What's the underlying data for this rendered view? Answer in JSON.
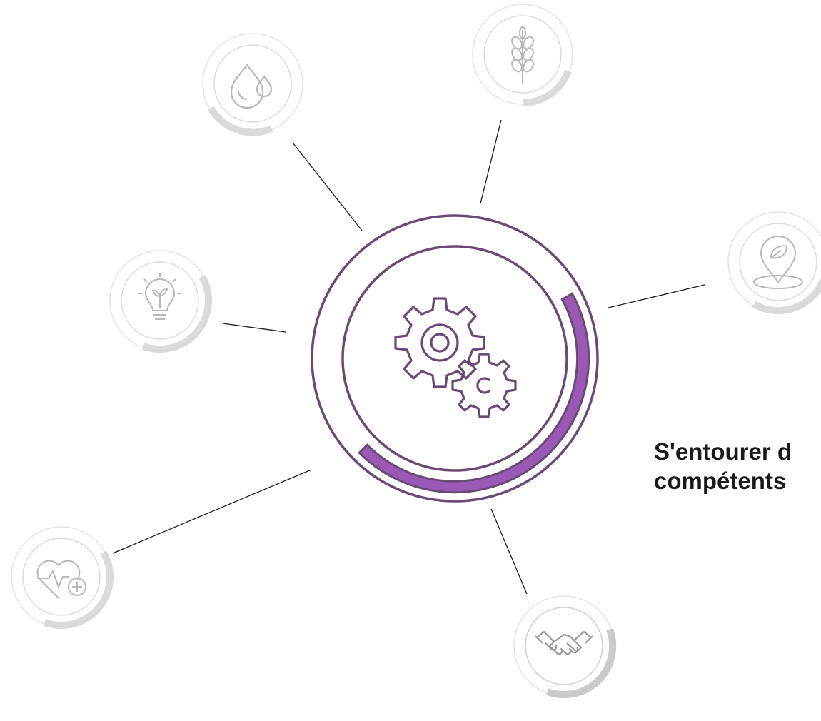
{
  "caption": {
    "line1": "S'entourer d",
    "line2": "compétents"
  },
  "colors": {
    "accent": "#9b59b6",
    "ring_stroke": "#6a4a74",
    "satellite_ring": "#dcdcdc",
    "satellite_arc": "#cfcfcf",
    "satellite_icon": "#b8b8b8",
    "connector": "#1a1a1a"
  },
  "center": {
    "icon": "gears-icon",
    "progress_fraction": 0.4
  },
  "satellites": [
    {
      "id": "water",
      "icon": "water-drops-icon"
    },
    {
      "id": "wheat",
      "icon": "wheat-icon"
    },
    {
      "id": "location",
      "icon": "leaf-location-pin-icon"
    },
    {
      "id": "lightbulb",
      "icon": "plant-lightbulb-icon"
    },
    {
      "id": "health",
      "icon": "heart-pulse-plus-icon"
    },
    {
      "id": "handshake",
      "icon": "handshake-icon"
    }
  ]
}
